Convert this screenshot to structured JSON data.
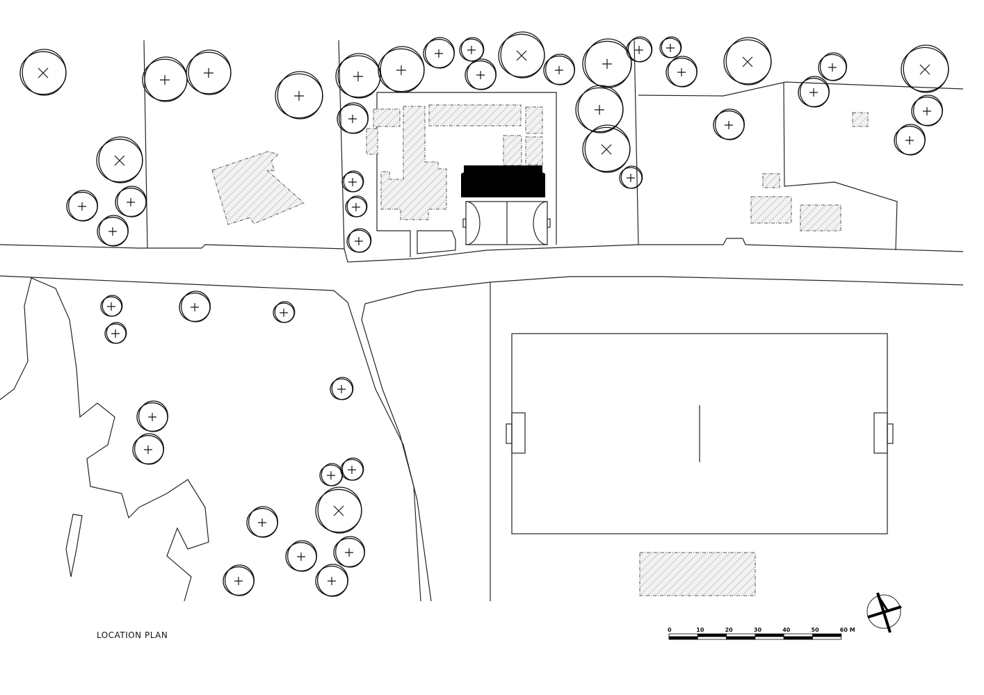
{
  "title": "LOCATION PLAN",
  "scale_bar": {
    "labels": [
      "0",
      "10",
      "20",
      "30",
      "40",
      "50",
      "60 M"
    ],
    "unit": "M"
  },
  "colors": {
    "line": "#222222",
    "hatch": "#cccccc",
    "building": "#000000"
  },
  "north_arrow": {
    "icon": "north-arrow-icon"
  }
}
